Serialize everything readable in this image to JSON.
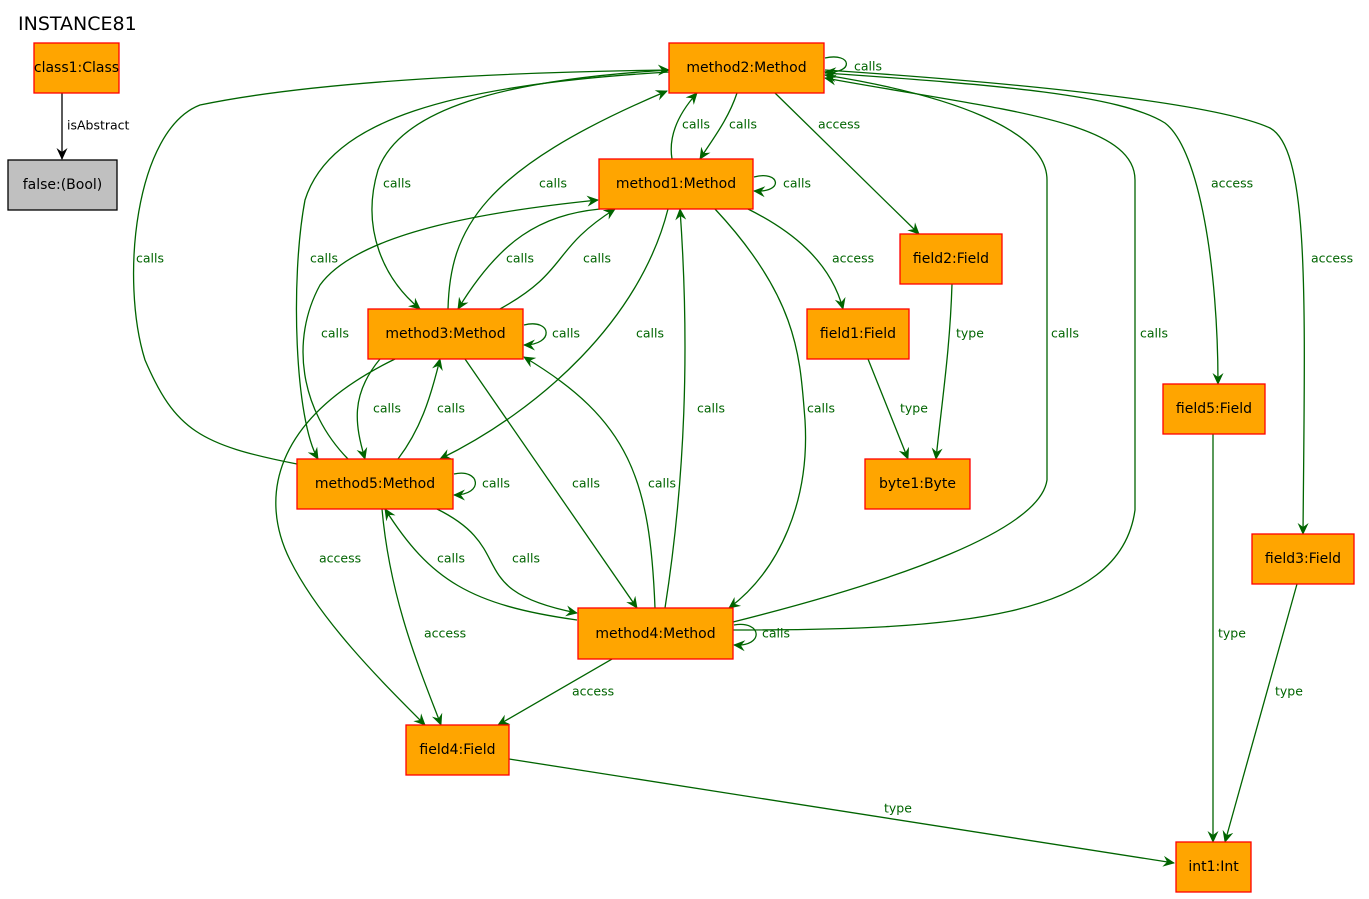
{
  "title": "INSTANCE81",
  "colors": {
    "node_fill": "#ffa500",
    "node_stroke": "#ff0000",
    "bool_fill": "#c0c0c0",
    "bool_stroke": "#000000",
    "edge_green": "#006400",
    "edge_black": "#000000"
  },
  "nodes": {
    "class1": "class1:Class",
    "false": "false:(Bool)",
    "method2": "method2:Method",
    "method1": "method1:Method",
    "method3": "method3:Method",
    "method5": "method5:Method",
    "method4": "method4:Method",
    "field1": "field1:Field",
    "field2": "field2:Field",
    "field3": "field3:Field",
    "field4": "field4:Field",
    "field5": "field5:Field",
    "byte1": "byte1:Byte",
    "int1": "int1:Int"
  },
  "edges": [
    {
      "from": "class1",
      "to": "false",
      "label": "isAbstract"
    },
    {
      "from": "method2",
      "to": "method2",
      "label": "calls"
    },
    {
      "from": "method2",
      "to": "method1",
      "label": "calls"
    },
    {
      "from": "method1",
      "to": "method2",
      "label": "calls"
    },
    {
      "from": "method2",
      "to": "field2",
      "label": "access"
    },
    {
      "from": "method2",
      "to": "field5",
      "label": "access"
    },
    {
      "from": "method2",
      "to": "field3",
      "label": "access"
    },
    {
      "from": "method2",
      "to": "method3",
      "label": "calls"
    },
    {
      "from": "method3",
      "to": "method2",
      "label": "calls"
    },
    {
      "from": "method2",
      "to": "method5",
      "label": "calls"
    },
    {
      "from": "method5",
      "to": "method2",
      "label": "calls"
    },
    {
      "from": "method4",
      "to": "method2",
      "label": "calls"
    },
    {
      "from": "method4",
      "to": "method2",
      "label": "calls"
    },
    {
      "from": "method1",
      "to": "method1",
      "label": "calls"
    },
    {
      "from": "method1",
      "to": "field1",
      "label": "access"
    },
    {
      "from": "method1",
      "to": "method3",
      "label": "calls"
    },
    {
      "from": "method3",
      "to": "method1",
      "label": "calls"
    },
    {
      "from": "method5",
      "to": "method1",
      "label": "calls"
    },
    {
      "from": "method1",
      "to": "method5",
      "label": "calls"
    },
    {
      "from": "method4",
      "to": "method1",
      "label": "calls"
    },
    {
      "from": "method1",
      "to": "method4",
      "label": "calls"
    },
    {
      "from": "method3",
      "to": "method3",
      "label": "calls"
    },
    {
      "from": "method3",
      "to": "method5",
      "label": "calls"
    },
    {
      "from": "method5",
      "to": "method3",
      "label": "calls"
    },
    {
      "from": "method3",
      "to": "method4",
      "label": "calls"
    },
    {
      "from": "method4",
      "to": "method3",
      "label": "calls"
    },
    {
      "from": "method3",
      "to": "field4",
      "label": "access"
    },
    {
      "from": "method5",
      "to": "method5",
      "label": "calls"
    },
    {
      "from": "method5",
      "to": "method4",
      "label": "calls"
    },
    {
      "from": "method4",
      "to": "method5",
      "label": "calls"
    },
    {
      "from": "method5",
      "to": "field4",
      "label": "access"
    },
    {
      "from": "method4",
      "to": "method4",
      "label": "calls"
    },
    {
      "from": "method4",
      "to": "field4",
      "label": "access"
    },
    {
      "from": "field1",
      "to": "byte1",
      "label": "type"
    },
    {
      "from": "field2",
      "to": "byte1",
      "label": "type"
    },
    {
      "from": "field5",
      "to": "int1",
      "label": "type"
    },
    {
      "from": "field3",
      "to": "int1",
      "label": "type"
    },
    {
      "from": "field4",
      "to": "int1",
      "label": "type"
    }
  ]
}
